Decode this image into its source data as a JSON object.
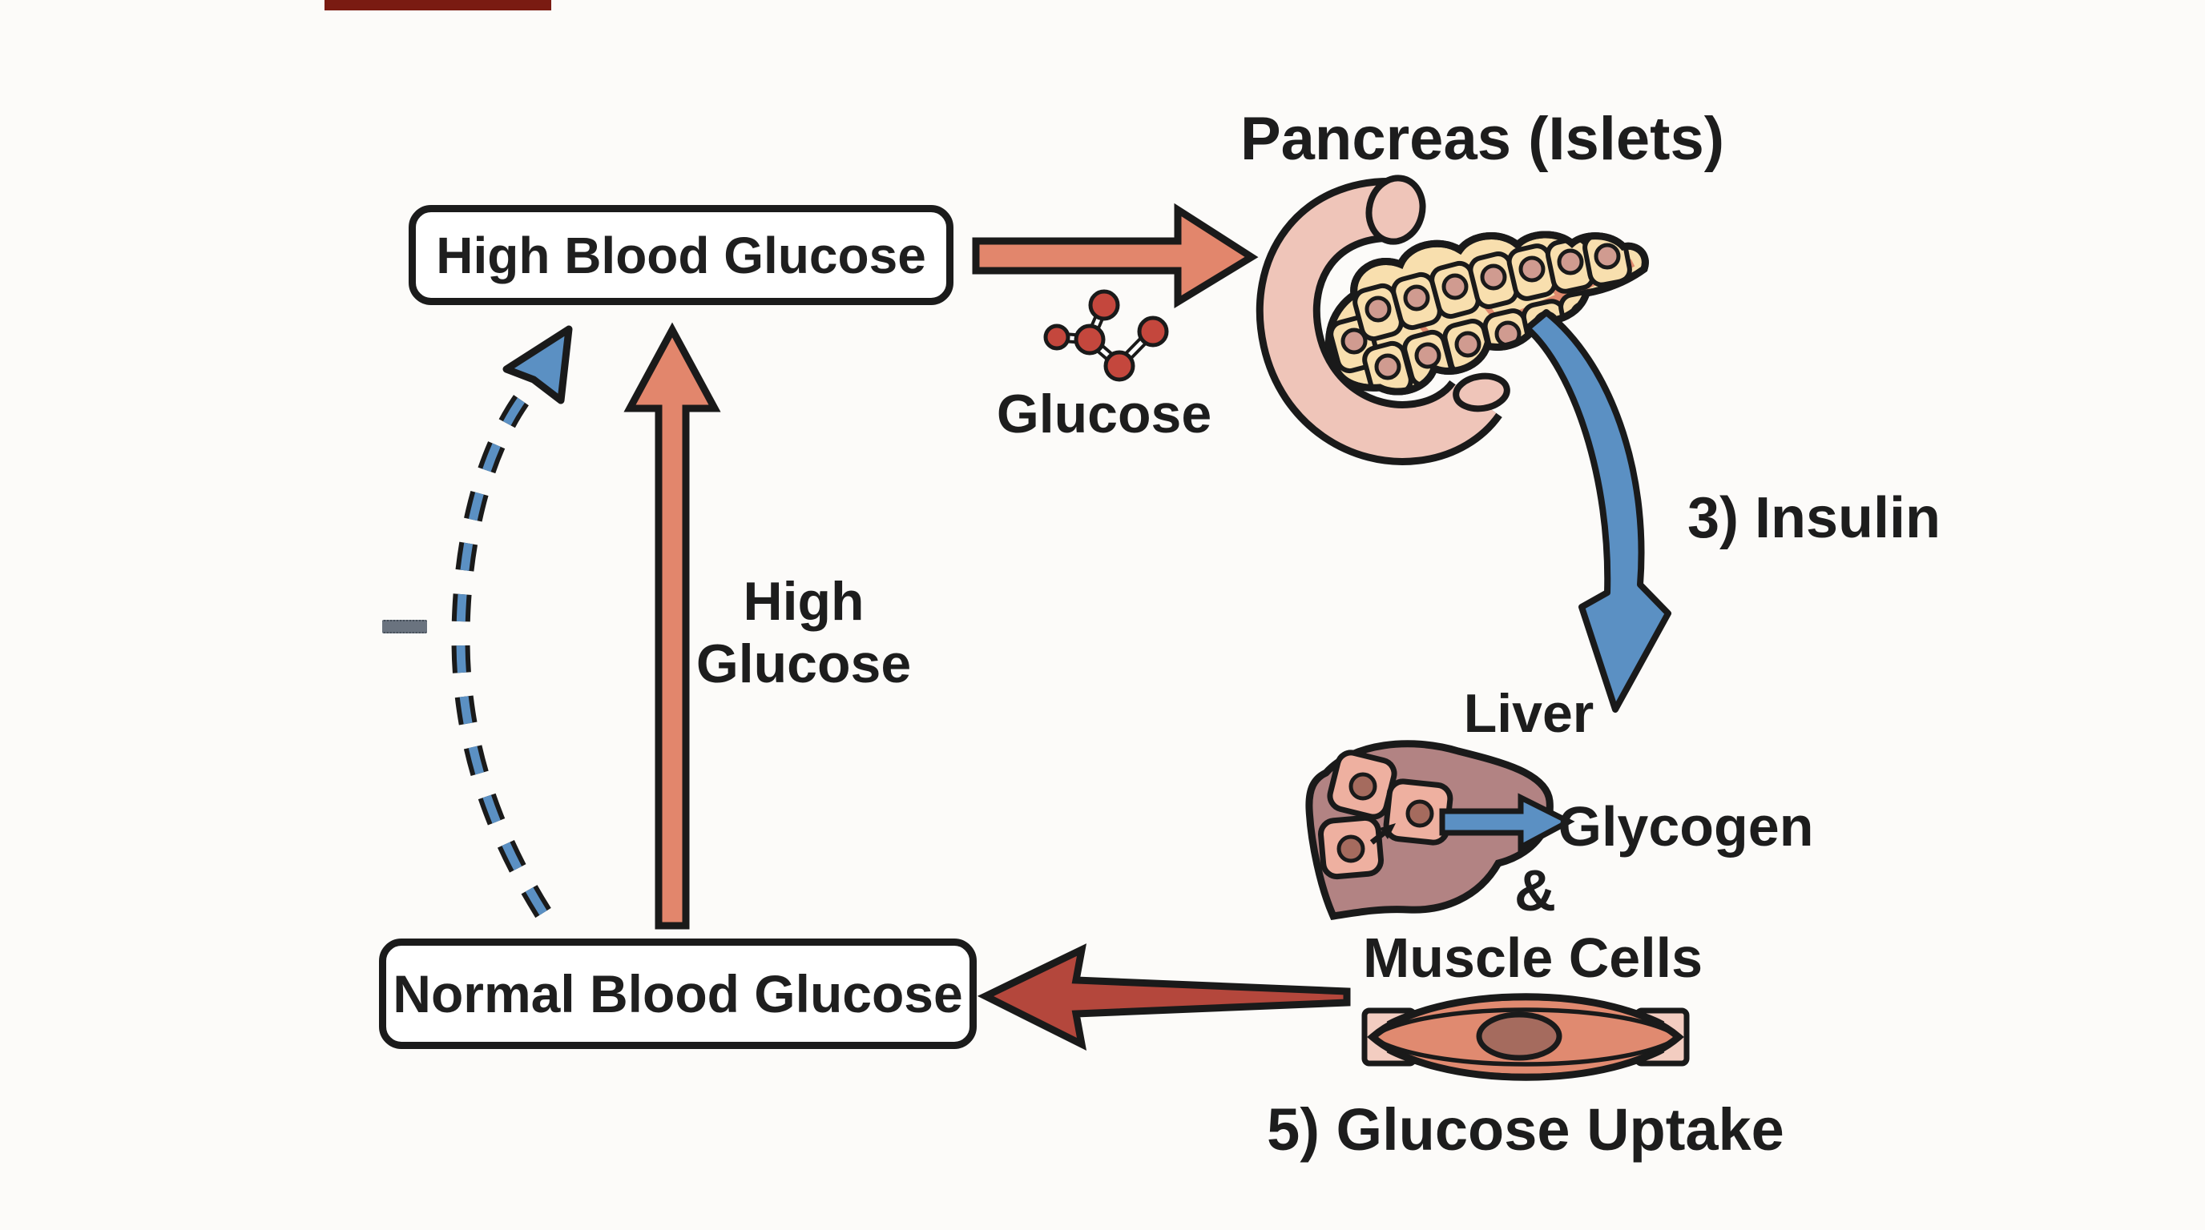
{
  "boxes": {
    "high": {
      "label": "High Blood Glucose"
    },
    "normal": {
      "label": "Normal Blood Glucose"
    }
  },
  "labels": {
    "pancreas": "Pancreas (Islets)",
    "glucose_molecule": "Glucose",
    "insulin_step": "3) Insulin",
    "liver": "Liver",
    "glycogen": "Glycogen",
    "ampersand": "&",
    "muscle_cells": "Muscle Cells",
    "glucose_uptake_step": "5) Glucose Uptake",
    "high_glucose_line1": "High",
    "high_glucose_line2": "Glucose"
  },
  "colors": {
    "salmon": "#e2866c",
    "brick_red": "#b4473c",
    "blue": "#5b90c3",
    "molecule_red": "#c4473d",
    "duodenum_pink": "#efc5b9",
    "pancreas_cream": "#f8dfae",
    "islet_nucleus": "#d09b90",
    "duct_salmon": "#e08a6e",
    "liver_mauve": "#b28383",
    "liver_cell_pink": "#eeb0a0",
    "cell_nucleus_brown": "#a56b5e",
    "muscle_salmon": "#e08a70",
    "muscle_tendon_pink": "#f3cdc1",
    "minus_gray": "#6a737f",
    "top_bar_dark_red": "#7a1b12",
    "outline_black": "#1a1a1a",
    "text": "#1d1d1d",
    "background": "#fcfbf9"
  }
}
